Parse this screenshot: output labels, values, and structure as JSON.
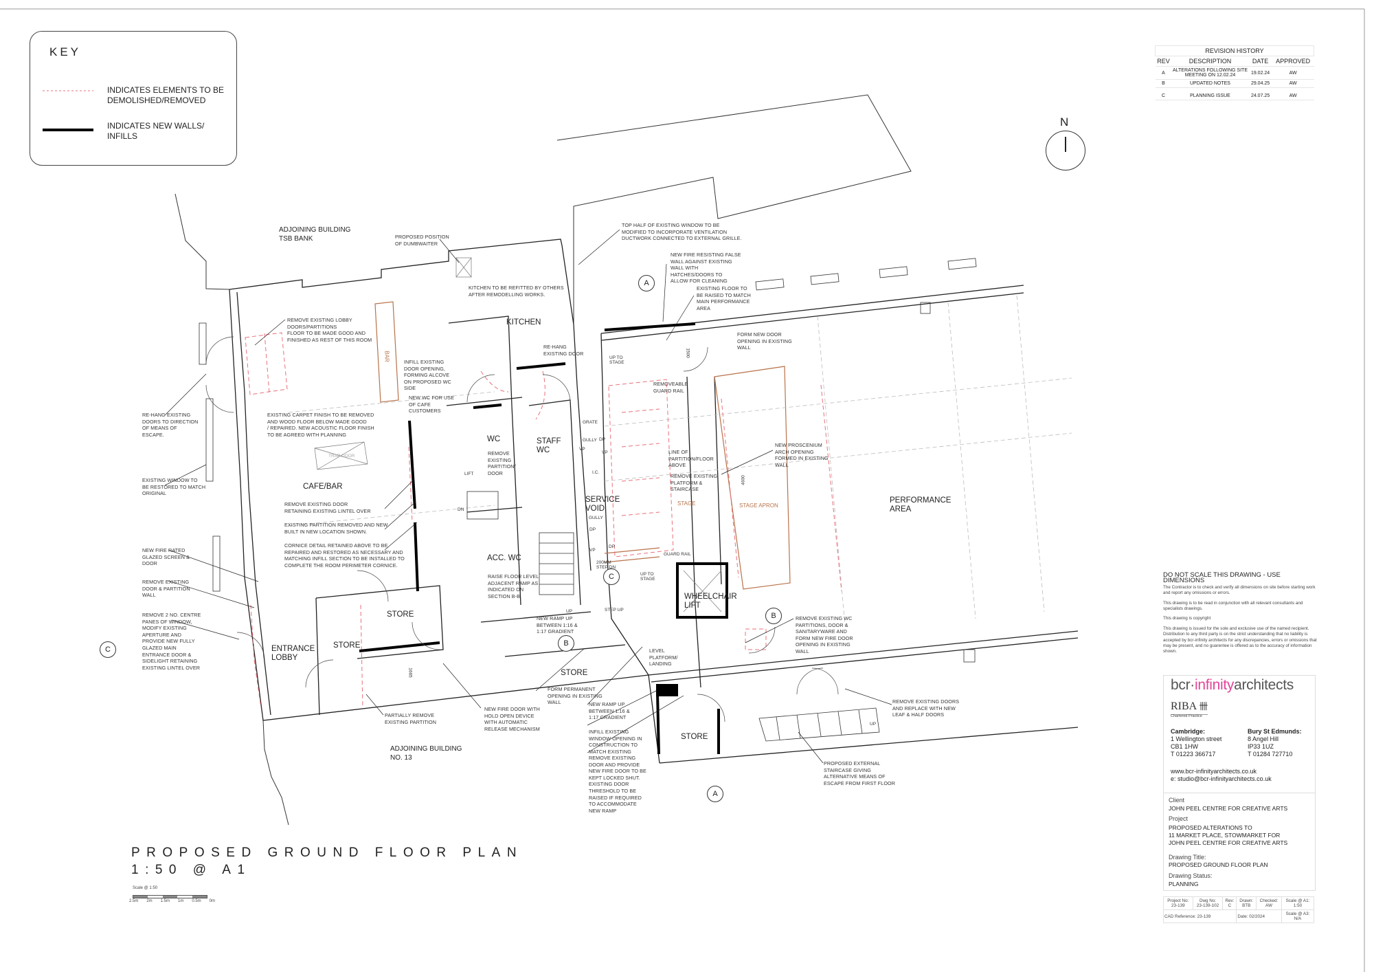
{
  "key": {
    "title": "KEY",
    "items": [
      {
        "label": "INDICATES ELEMENTS TO BE\nDEMOLISHED/REMOVED",
        "color": "#e8707a"
      },
      {
        "label": "INDICATES NEW WALLS/\nINFILLS",
        "color": "#000000"
      }
    ]
  },
  "revision_history": {
    "title": "REVISION HISTORY",
    "headers": [
      "REV",
      "DESCRIPTION",
      "DATE",
      "APPROVED"
    ],
    "rows": [
      {
        "rev": "A",
        "description": "ALTERATIONS FOLLOWING SITE MEETING ON 12.02.24",
        "date": "19.02.24",
        "approved": "AW"
      },
      {
        "rev": "B",
        "description": "UPDATED NOTES",
        "date": "29.04.25",
        "approved": "AW"
      },
      {
        "rev": "C",
        "description": "PLANNING ISSUE",
        "date": "24.07.25",
        "approved": "AW"
      }
    ]
  },
  "north": "N",
  "rooms": {
    "tsb": "ADJOINING BUILDING\nTSB BANK",
    "no13": "ADJOINING BUILDING\nNO. 13",
    "cafe": "CAFE/BAR",
    "bar": "BAR",
    "trap_door": "TRAP DOOR",
    "kitchen": "KITCHEN",
    "wc": "WC",
    "staff_wc": "STAFF\nWC",
    "lift": "LIFT",
    "acc_wc": "ACC. WC",
    "service_void": "SERVICE\nVOID",
    "stage": "STAGE",
    "stage_apron": "STAGE APRON",
    "performance": "PERFORMANCE\nAREA",
    "wheelchair_lift": "WHEELCHAIR\nLIFT",
    "entrance_lobby": "ENTRANCE\nLOBBY",
    "store_1": "STORE",
    "store_2": "STORE",
    "store_3": "STORE",
    "store_4": "STORE"
  },
  "small_labels": {
    "grate": "GRATE",
    "gully1": "GULLY",
    "gully2": "GULLY",
    "dp1": "DP",
    "dp2": "DP",
    "dp3": "DP",
    "vp1": "VP",
    "vp2": "VP",
    "vp3": "VP",
    "ic": "I.C.",
    "dn": "DN",
    "up1": "UP",
    "up2": "UP",
    "step_up": "STEP UP",
    "step_dn": "200MM\nSTEP DN",
    "up_to_stage_1": "UP TO\nSTAGE",
    "up_to_stage_2": "UP TO\nSTAGE",
    "guard_rail": "GUARD RAIL",
    "dim_1500": "1500",
    "dim_4600": "4600",
    "dim_1665": "1665"
  },
  "annotations": {
    "dumbwaiter": "PROPOSED POSITION\nOF DUMBWAITER",
    "window_vent": "TOP HALF OF EXISTING WINDOW TO BE\nMODIFIED TO INCORPORATE VENTILATION\nDUCTWORK CONNECTED TO EXTERNAL GRILLE.",
    "false_wall": "NEW FIRE RESISTING FALSE\nWALL AGAINST EXISTING\nWALL WITH\nHATCHES/DOORS TO\nALLOW FOR CLEANING",
    "floor_raised": "EXISTING FLOOR TO\nBE RAISED TO MATCH\nMAIN PERFORMANCE\nAREA",
    "kitchen_refit": "KITCHEN TO BE REFITTED BY OTHERS\nAFTER REMODELLING WORKS.",
    "lobby_doors": "REMOVE EXISTING LOBBY\nDOORS/PARTITIONS\nFLOOR TO BE MADE GOOD AND\nFINISHED AS REST OF THIS ROOM",
    "rehang_door": "RE-HANG\nEXISTING DOOR",
    "form_door": "FORM NEW DOOR\nOPENING IN EXISTING\nWALL",
    "infill_door": "INFILL EXISTING\nDOOR OPENING,\nFORMING ALCOVE\nON PROPOSED WC\nSIDE",
    "new_wc": "NEW WC FOR USE\nOF CAFE\nCUSTOMERS",
    "rehang_doors": "RE-HANG EXISTING\nDOORS TO DIRECTION\nOF MEANS OF\nESCAPE.",
    "carpet": "EXISTING CARPET FINISH TO BE REMOVED\nAND WOOD FLOOR BELOW MADE GOOD\n/ REPAIRED. NEW ACOUSTIC FLOOR FINISH\nTO BE AGREED WITH PLANNING",
    "guard_rail": "REMOVEABLE\nGUARD RAIL",
    "remove_partition_door": "REMOVE\nEXISTING\nPARTITION/\nDOOR",
    "line_partition": "LINE OF\nPARTITION/FLOOR\nABOVE",
    "proscenium": "NEW PROSCENIUM\nARCH OPENING\nFORMED IN EXISTING\nWALL",
    "remove_platform": "REMOVE EXISTING\nPLATFORM &\nSTAIRCASE",
    "window_restore": "EXISTING WINDOW TO\nBE RESTORED TO MATCH\nORIGINAL",
    "remove_door_lintel": "REMOVE EXISTING DOOR\nRETAINING EXISTING LINTEL OVER",
    "partition_moved": "EXISTING PARTITION REMOVED AND NEW\nBUILT IN NEW LOCATION SHOWN.",
    "cornice": "CORNICE DETAIL RETAINED ABOVE TO BE\nREPAIRED AND RESTORED AS NECESSARY AND\nMATCHING INFILL SECTION TO BE INSTALLED TO\nCOMPLETE THE ROOM PERIMETER CORNICE.",
    "glazed_screen": "NEW FIRE RATED\nGLAZED SCREEN &\nDOOR",
    "remove_door_wall": "REMOVE EXISTING\nDOOR & PARTITION\nWALL",
    "remove_panes": "REMOVE 2 NO. CENTRE\nPANES OF WINDOW,\nMODIFY EXISTING\nAPERTURE AND\nPROVIDE NEW FULLY\nGLAZED MAIN\nENTRANCE DOOR &\nSIDELIGHT RETAINING\nEXISTING LINTEL OVER",
    "raise_floor": "RAISE FLOOR LEVEL\nADJACENT RAMP AS\nINDICATED ON\nSECTION B-B",
    "ramp_1": "NEW RAMP UP\nBETWEEN 1:16 &\n1:17 GRADIENT",
    "remove_wc": "REMOVE EXISTING WC\nPARTITIONS, DOOR &\nSANITARYWARE AND\nFORM NEW FIRE DOOR\nOPENING IN EXISTING\nWALL",
    "level_platform": "LEVEL\nPLATFORM/\nLANDING",
    "permanent_opening": "FORM PERMANENT\nOPENING IN EXISTING\nWALL",
    "ramp_2": "NEW RAMP UP\nBETWEEN 1:16 &\n1:17 GRADIENT",
    "replace_doors": "REMOVE EXISTING DOORS\nAND REPLACE WITH NEW\nLEAF & HALF DOORS",
    "fire_door_hold": "NEW FIRE DOOR WITH\nHOLD OPEN DEVICE\nWITH AUTOMATIC\nRELEASE MECHANISM",
    "partially_remove": "PARTIALLY REMOVE\nEXISTING PARTITION",
    "infill_window": "INFILL EXISTING\nWINDOW OPENING IN\nCONSTRUCTION TO\nMATCH EXISTING",
    "fire_door_locked": "REMOVE EXISTING\nDOOR AND PROVIDE\nNEW FIRE DOOR TO BE\nKEPT LOCKED SHUT.\nEXISTING DOOR\nTHRESHOLD TO BE\nRAISED IF REQUIRED\nTO ACCOMMODATE\nNEW RAMP",
    "ext_stair": "PROPOSED EXTERNAL\nSTAIRCASE GIVING\nALTERNATIVE MEANS OF\nESCAPE FROM FIRST FLOOR"
  },
  "section_markers": {
    "a1": "A",
    "a2": "A",
    "b1": "B",
    "b2": "B",
    "c1": "C",
    "c2": "C"
  },
  "drawing_title": "PROPOSED GROUND FLOOR PLAN\n1:50 @ A1",
  "scale": {
    "label": "Scale @ 1:50",
    "ticks": [
      "2.5m",
      "2m",
      "1.5m",
      "1m",
      "0.5m",
      "0m"
    ]
  },
  "disclaimer": {
    "heading": "DO NOT SCALE THIS DRAWING - USE DIMENSIONS",
    "paragraphs": [
      "The Contractor is to check and verify all dimensions on site before starting work and report any omissions or errors.",
      "This drawing is to be read in conjunction with all relevant consultants and specialists drawings.",
      "This drawing is copyright",
      "This drawing is issued for the sole and exclusive use of the named recipient. Distribution to any third party is on the strict understanding that no liability is accepted by bcr-infinity architects for any discrepancies, errors or omissions that may be present, and no guarentee is offered as to the accuracy of information shown."
    ]
  },
  "title_block": {
    "logo": {
      "part1": "bcr·",
      "part2": "infinit",
      "part3": "y",
      "part4": "architects",
      "accent": "#e0459a"
    },
    "riba": "RIBA",
    "riba_sub": "Chartered Practice",
    "offices": [
      {
        "city": "Cambridge:",
        "address": "1 Wellington street\nCB1 1HW\nT 01223 366717"
      },
      {
        "city": "Bury St Edmunds:",
        "address": "8 Angel Hill\nIP33 1UZ\nT 01284 727710"
      }
    ],
    "website": "www.bcr-infinityarchitects.co.uk",
    "email": "e: studio@bcr-infinityarchitects.co.uk",
    "client_label": "Client",
    "client": "JOHN PEEL CENTRE FOR CREATIVE ARTS",
    "project_label": "Project",
    "project": "PROPOSED ALTERATIONS TO\n11 MARKET PLACE, STOWMARKET FOR\nJOHN PEEL CENTRE FOR CREATIVE ARTS",
    "drawing_title_label": "Drawing Title:",
    "drawing_title": "PROPOSED GROUND FLOOR PLAN",
    "drawing_status_label": "Drawing Status:",
    "drawing_status": "PLANNING",
    "project_no_label": "Project No:",
    "project_no": "23-139",
    "dwg_no_label": "Dwg No:",
    "dwg_no": "23-139-102",
    "rev_label": "Rev:",
    "rev": "C",
    "drawn_label": "Drawn:",
    "drawn": "BTB",
    "checked_label": "Checked:",
    "checked": "AW",
    "scale_a1_label": "Scale @ A1:",
    "scale_a1": "1:50",
    "cad_ref_label": "CAD Reference:",
    "cad_ref": "23-139",
    "date_label": "Date:",
    "date": "02/2024",
    "scale_a3_label": "Scale @ A3:",
    "scale_a3": "N/A"
  }
}
